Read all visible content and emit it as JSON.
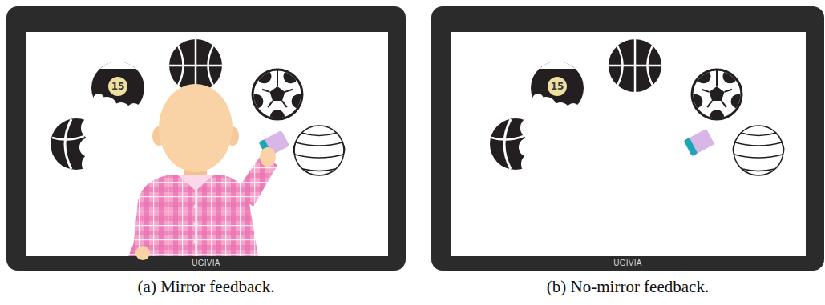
{
  "diagram": {
    "nodes": [
      {
        "text": [
          "UGIVIA"
        ]
      },
      {
        "text": [
          "15"
        ],
        "in": 0
      },
      {
        "text": [
          "UGIVIA"
        ]
      },
      {
        "text": [
          "15"
        ],
        "in": 2
      }
    ],
    "labels": [
      "(a) Mirror feedback.",
      "(b) No-mirror feedback."
    ]
  }
}
